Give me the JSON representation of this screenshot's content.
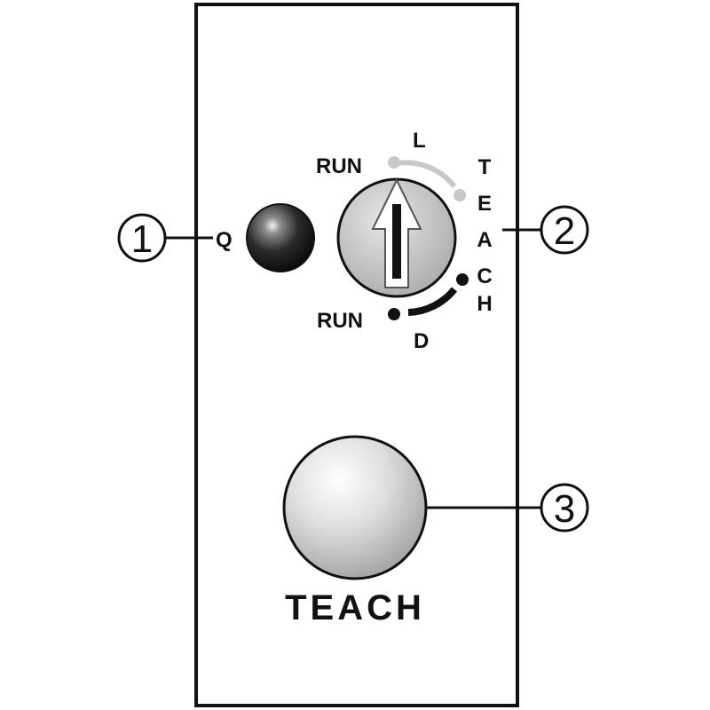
{
  "callouts": [
    {
      "number": "1",
      "label": "Q"
    },
    {
      "number": "2"
    },
    {
      "number": "3"
    }
  ],
  "selector": {
    "run_upper": "RUN",
    "l_label": "L",
    "run_lower": "RUN",
    "d_label": "D",
    "teach_letters": [
      "T",
      "E",
      "A",
      "C",
      "H"
    ]
  },
  "button": {
    "label": "TEACH"
  },
  "colors": {
    "frame": "#111111",
    "led": "#1a1a1a",
    "knob": "#c8c8c8",
    "button": "#cfcfcf",
    "l_arc": "#c8c8c8",
    "d_arc": "#111111"
  },
  "icons": [
    "led-indicator-icon",
    "rotary-selector-icon",
    "arrow-up-icon",
    "push-button-icon"
  ]
}
